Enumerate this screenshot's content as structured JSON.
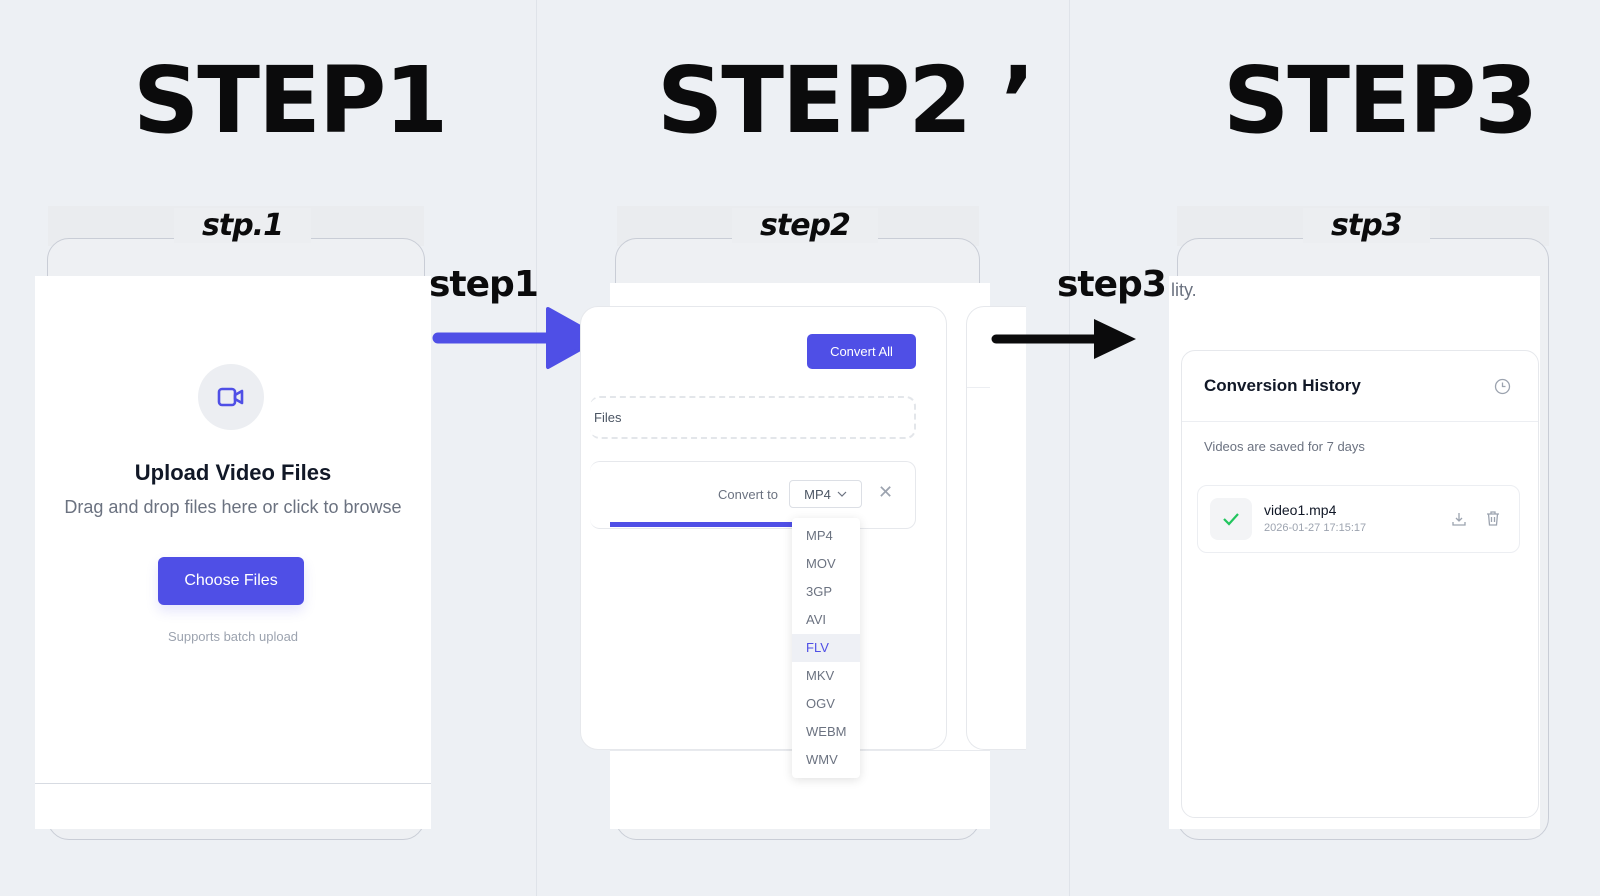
{
  "steps": [
    {
      "title": "STEP1",
      "handwritten_label": "stp.1"
    },
    {
      "title": "STEP2 ’",
      "handwritten_label": "step2"
    },
    {
      "title": "STEP3",
      "handwritten_label": "stp3"
    }
  ],
  "arrows": [
    {
      "label": "step1",
      "color": "#4f4fe6"
    },
    {
      "label": "step3",
      "color": "#0b0b0c"
    }
  ],
  "upload_panel": {
    "icon": "video-camera-icon",
    "title": "Upload Video Files",
    "subtitle": "Drag and drop files here or click to browse",
    "choose_button": "Choose Files",
    "note": "Supports batch upload"
  },
  "convert_panel": {
    "convert_all_button": "Convert All",
    "drop_zone_text": "Files",
    "convert_to_label": "Convert to",
    "selected_format": "MP4",
    "close_icon": "close-icon",
    "format_options": [
      "MP4",
      "MOV",
      "3GP",
      "AVI",
      "FLV",
      "MKV",
      "OGV",
      "WEBM",
      "WMV"
    ],
    "highlighted_option": "FLV"
  },
  "history_panel": {
    "overflow_text": "lity.",
    "title": "Conversion History",
    "history_icon": "clock-icon",
    "note": "Videos are saved for 7 days",
    "items": [
      {
        "status_icon": "check-icon",
        "name": "video1.mp4",
        "date": "2026-01-27 17:15:17",
        "actions": [
          "download-icon",
          "trash-icon"
        ]
      }
    ]
  },
  "colors": {
    "accent": "#4f4fe6",
    "background": "#edf0f4",
    "success": "#22c55e"
  }
}
